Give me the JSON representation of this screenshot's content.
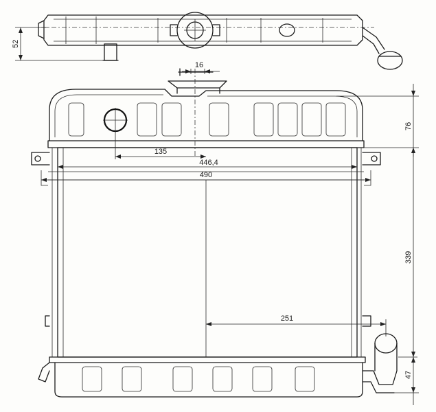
{
  "drawing": {
    "dimensions": {
      "top_view_height": "52",
      "cap_width": "16",
      "tank_height": "76",
      "filler_offset": "135",
      "core_width": "446,4",
      "overall_width": "490",
      "core_height": "339",
      "outlet_offset": "251",
      "bottom_tank_height": "47"
    }
  }
}
